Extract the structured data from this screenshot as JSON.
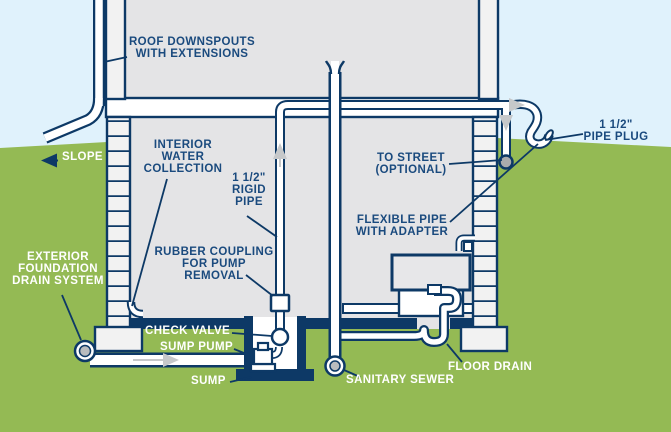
{
  "figure": {
    "title": "Basement foundation drainage and sump pump cross-section diagram",
    "type": "technical-diagram"
  },
  "palette": {
    "sky": "#e0f2fc",
    "grass": "#94ba54",
    "line_navy": "#0d3966",
    "text_navy": "#1a4a7e",
    "text_white": "#ffffff",
    "house_interior": "#e4e4e6",
    "wall_light": "#f2f2f2",
    "pipe_white": "#ffffff",
    "flow_arrow_gray": "#c6c8ca",
    "plug_gray": "#a9abad"
  },
  "labels": {
    "roof_downspouts": "ROOF DOWNSPOUTS\nWITH EXTENSIONS",
    "slope": "SLOPE",
    "interior_water": "INTERIOR\nWATER\nCOLLECTION",
    "rigid_pipe": "1 1/2\"\nRIGID\nPIPE",
    "to_street": "TO STREET\n(OPTIONAL)",
    "pipe_plug": "1 1/2\"\nPIPE PLUG",
    "flexible_pipe": "FLEXIBLE PIPE\nWITH ADAPTER",
    "rubber_coupling": "RUBBER COUPLING\nFOR PUMP REMOVAL",
    "exterior_foundation": "EXTERIOR\nFOUNDATION\nDRAIN SYSTEM",
    "check_valve": "CHECK VALVE",
    "sump_pump": "SUMP PUMP",
    "sump": "SUMP",
    "sanitary_sewer": "SANITARY SEWER",
    "floor_drain": "FLOOR DRAIN"
  }
}
